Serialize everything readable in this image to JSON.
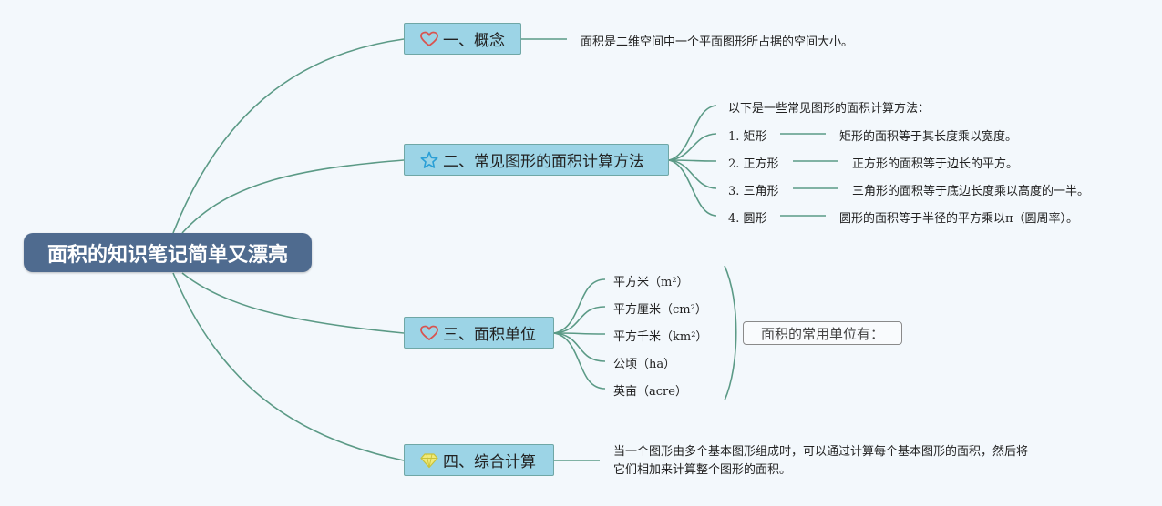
{
  "root": {
    "title": "面积的知识笔记简单又漂亮"
  },
  "topics": [
    {
      "label": "一、概念",
      "icon": "heart-icon"
    },
    {
      "label": "二、常见图形的面积计算方法",
      "icon": "star-icon"
    },
    {
      "label": "三、面积单位",
      "icon": "heart-icon"
    },
    {
      "label": "四、综合计算",
      "icon": "diamond-icon"
    }
  ],
  "concept": {
    "text": "面积是二维空间中一个平面图形所占据的空间大小。"
  },
  "methods": {
    "intro": "以下是一些常见图形的面积计算方法：",
    "items": [
      {
        "name": "1. 矩形",
        "formula": "矩形的面积等于其长度乘以宽度。"
      },
      {
        "name": "2. 正方形",
        "formula": "正方形的面积等于边长的平方。"
      },
      {
        "name": "3. 三角形",
        "formula": "三角形的面积等于底边长度乘以高度的一半。"
      },
      {
        "name": "4. 圆形",
        "formula": "圆形的面积等于半径的平方乘以π（圆周率）。"
      }
    ]
  },
  "units": {
    "items": [
      "平方米（m²）",
      "平方厘米（cm²）",
      "平方千米（km²）",
      "公顷（ha）",
      "英亩（acre）"
    ],
    "summary": "面积的常用单位有："
  },
  "combined": {
    "line1": "当一个图形由多个基本图形组成时，可以通过计算每个基本图形的面积，然后将",
    "line2": "它们相加来计算整个图形的面积。"
  },
  "colors": {
    "root_fill": "#4f6b8f",
    "topic_fill": "#9cd4e6",
    "connector": "#5b9a86",
    "heart": "#d9534f",
    "star": "#2a9fd6",
    "diamond": "#e8e04a"
  }
}
